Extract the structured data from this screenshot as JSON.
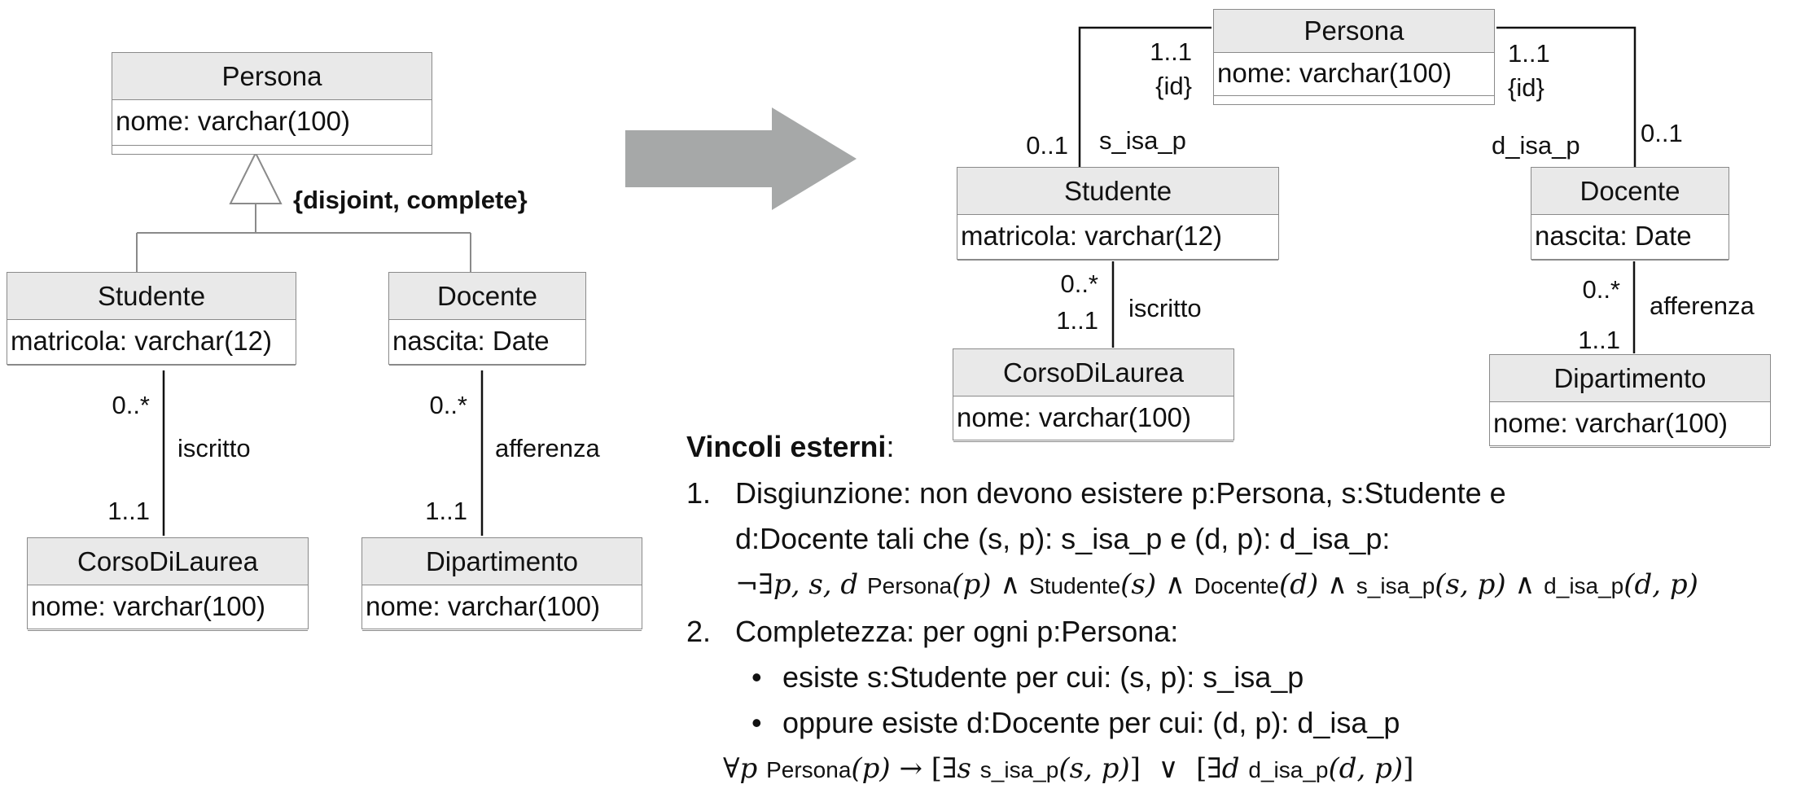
{
  "left": {
    "persona": {
      "name": "Persona",
      "attr": "nome: varchar(100)"
    },
    "studente": {
      "name": "Studente",
      "attr": "matricola: varchar(12)"
    },
    "docente": {
      "name": "Docente",
      "attr": "nascita: Date"
    },
    "corso": {
      "name": "CorsoDiLaurea",
      "attr": "nome: varchar(100)"
    },
    "dipartimento": {
      "name": "Dipartimento",
      "attr": "nome: varchar(100)"
    },
    "constraint": "{disjoint, complete}",
    "iscritto": {
      "label": "iscritto",
      "top_mult": "0..*",
      "bottom_mult": "1..1"
    },
    "afferenza": {
      "label": "afferenza",
      "top_mult": "0..*",
      "bottom_mult": "1..1"
    }
  },
  "right": {
    "persona": {
      "name": "Persona",
      "attr": "nome: varchar(100)"
    },
    "studente": {
      "name": "Studente",
      "attr": "matricola: varchar(12)"
    },
    "docente": {
      "name": "Docente",
      "attr": "nascita: Date"
    },
    "corso": {
      "name": "CorsoDiLaurea",
      "attr": "nome: varchar(100)"
    },
    "dipartimento": {
      "name": "Dipartimento",
      "attr": "nome: varchar(100)"
    },
    "s_isa_p": {
      "label": "s_isa_p",
      "persona_mult": "1..1",
      "persona_id": "{id}",
      "studente_mult": "0..1"
    },
    "d_isa_p": {
      "label": "d_isa_p",
      "persona_mult": "1..1",
      "persona_id": "{id}",
      "docente_mult": "0..1"
    },
    "iscritto": {
      "label": "iscritto",
      "top_mult": "0..*",
      "bottom_mult": "1..1"
    },
    "afferenza": {
      "label": "afferenza",
      "top_mult": "0..*",
      "bottom_mult": "1..1"
    }
  },
  "colors": {
    "arrow": "#a6a8a8",
    "box_border": "#8a8a8a",
    "box_header": "#e9e9e9"
  },
  "constraints": {
    "heading": "Vincoli esterni",
    "colon": ":",
    "items": [
      {
        "number": "1.",
        "lines": [
          "Disgiunzione: non devono esistere p:Persona, s:Studente e",
          "d:Docente tali che (s, p): s_isa_p e (d, p): d_isa_p:"
        ]
      },
      {
        "number": "2.",
        "lines": [
          "Completezza: per ogni p:Persona:"
        ],
        "bullets": [
          "esiste s:Studente per cui: (s, p): s_isa_p",
          "oppure esiste d:Docente per cui: (d, p): d_isa_p"
        ]
      }
    ],
    "formula1": {
      "lead": "¬∃p, s, d",
      "terms": [
        "Persona",
        "(p)",
        "∧",
        "Studente",
        "(s)",
        "∧",
        "Docente",
        "(d)",
        "∧",
        "s_isa_p",
        "(s, p)",
        "∧",
        "d_isa_p",
        "(d, p)"
      ]
    },
    "formula2": {
      "forall": "∀p",
      "persona": "Persona",
      "pvar": "(p)",
      "arrow": "→ [",
      "exists_s": "∃s",
      "s_rel": "s_isa_p",
      "s_args": "(s, p)",
      "close_s": "]",
      "or": "∨",
      "open_d": "[",
      "exists_d": "∃d",
      "d_rel": "d_isa_p",
      "d_args": "(d, p)",
      "close_d": "]"
    }
  }
}
